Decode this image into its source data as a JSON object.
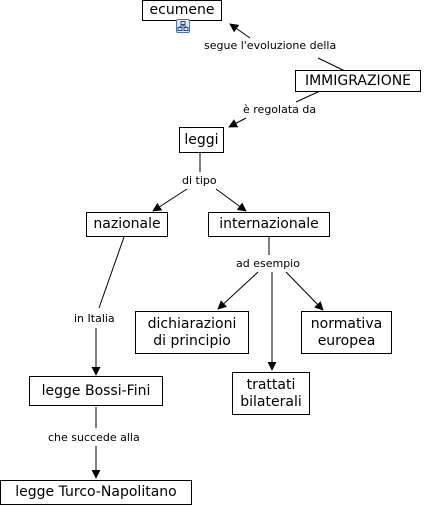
{
  "concepts": {
    "ecumene": "ecumene",
    "immigrazione": "IMMIGRAZIONE",
    "leggi": "leggi",
    "nazionale": "nazionale",
    "internazionale": "internazionale",
    "dichiarazioni": "dichiarazioni\ndi principio",
    "normativa": "normativa\neuropea",
    "trattati": "trattati\nbilaterali",
    "bossi_fini": "legge Bossi-Fini",
    "turco_napolitano": "legge Turco-Napolitano"
  },
  "links": {
    "segue": "segue l'evoluzione della",
    "regolata": "è regolata da",
    "di_tipo": "di tipo",
    "ad_esempio": "ad esempio",
    "in_italia": "in Italia",
    "succede": "che succede alla"
  },
  "icons": {
    "ecumene_resource": "linked-resource-icon"
  },
  "colors": {
    "line": "#000000",
    "box_border": "#000000",
    "background": "#ffffff"
  }
}
